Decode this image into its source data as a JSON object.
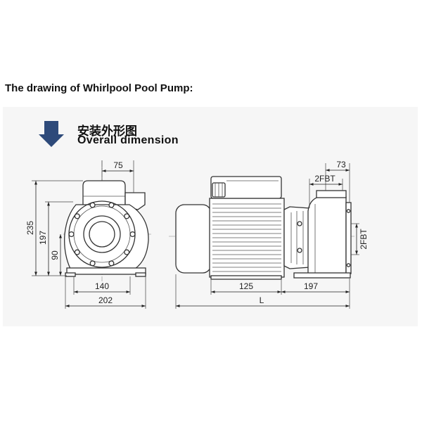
{
  "header": {
    "title": "The drawing of Whirlpool Pool Pump:"
  },
  "section": {
    "icon": "down-arrow-icon",
    "heading_cn": "安装外形图",
    "heading_en": "Overall dimension"
  },
  "front_view": {
    "dim_top": "75",
    "dim_left_outer": "235",
    "dim_left_middle": "197",
    "dim_left_inner": "90",
    "dim_bottom_inner": "140",
    "dim_bottom_outer": "202"
  },
  "side_view": {
    "dim_top_right": "73",
    "dim_outlet": "2FBT",
    "dim_inlet": "2FBT",
    "dim_bottom_left": "125",
    "dim_bottom_right": "197",
    "dim_overall": "L"
  },
  "colors": {
    "arrow": "#2e4a7a",
    "line": "#333333"
  }
}
